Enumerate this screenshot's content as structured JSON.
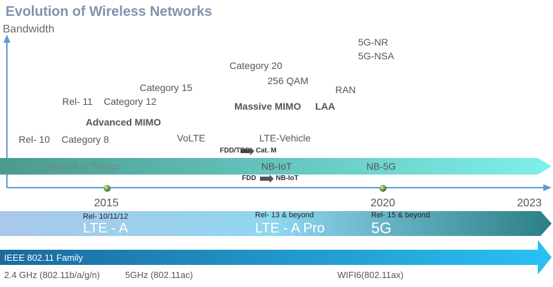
{
  "diagram": {
    "title": "Evolution of Wireless Networks",
    "axis_title": "Bandwidth",
    "colors": {
      "axis": "#5b9bd5",
      "iot_band_start": "#4a9a90",
      "iot_band_end": "#7ff0ea",
      "lte_band_start": "#a9c8ea",
      "lte_band_end": "#2a7f86",
      "wifi_band_start": "#1a6a9e",
      "wifi_band_end": "#29c1f4"
    },
    "labels": {
      "rel10": "Rel- 10",
      "cat8": "Category 8",
      "rel11": "Rel- 11",
      "cat12": "Category 12",
      "cat15": "Category 15",
      "adv_mimo": "Advanced MIMO",
      "volte": "VoLTE",
      "cat20": "Category 20",
      "qam": "256 QAM",
      "massive_mimo": "Massive MIMO",
      "laa": "LAA",
      "ran": "RAN",
      "nr": "5G-NR",
      "nsa": "5G-NSA",
      "lte_vehicle": "LTE-Vehicle",
      "fdd_tdd": "FDD/TDD",
      "cat_m": "Cat. M",
      "iot": "Internet of Things",
      "nbiot": "NB-IoT",
      "nb5g": "NB-5G",
      "fdd": "FDD",
      "nbiot2": "NB-IoT"
    },
    "years": {
      "y2015": "2015",
      "y2020": "2020",
      "y2023": "2023"
    },
    "releases": {
      "r1": "Rel- 10/11/12",
      "r2": "Rel- 13 & beyond",
      "r3": "Rel- 15 & beyond"
    },
    "generations": {
      "g1": "LTE - A",
      "g2": "LTE - A Pro",
      "g3": "5G"
    },
    "wifi": {
      "family": "IEEE 802.11 Family",
      "w1": "2.4 GHz (802.11b/a/g/n)",
      "w2": "5GHz (802.11ac)",
      "w3": "WIFI6(802.11ax)"
    }
  }
}
